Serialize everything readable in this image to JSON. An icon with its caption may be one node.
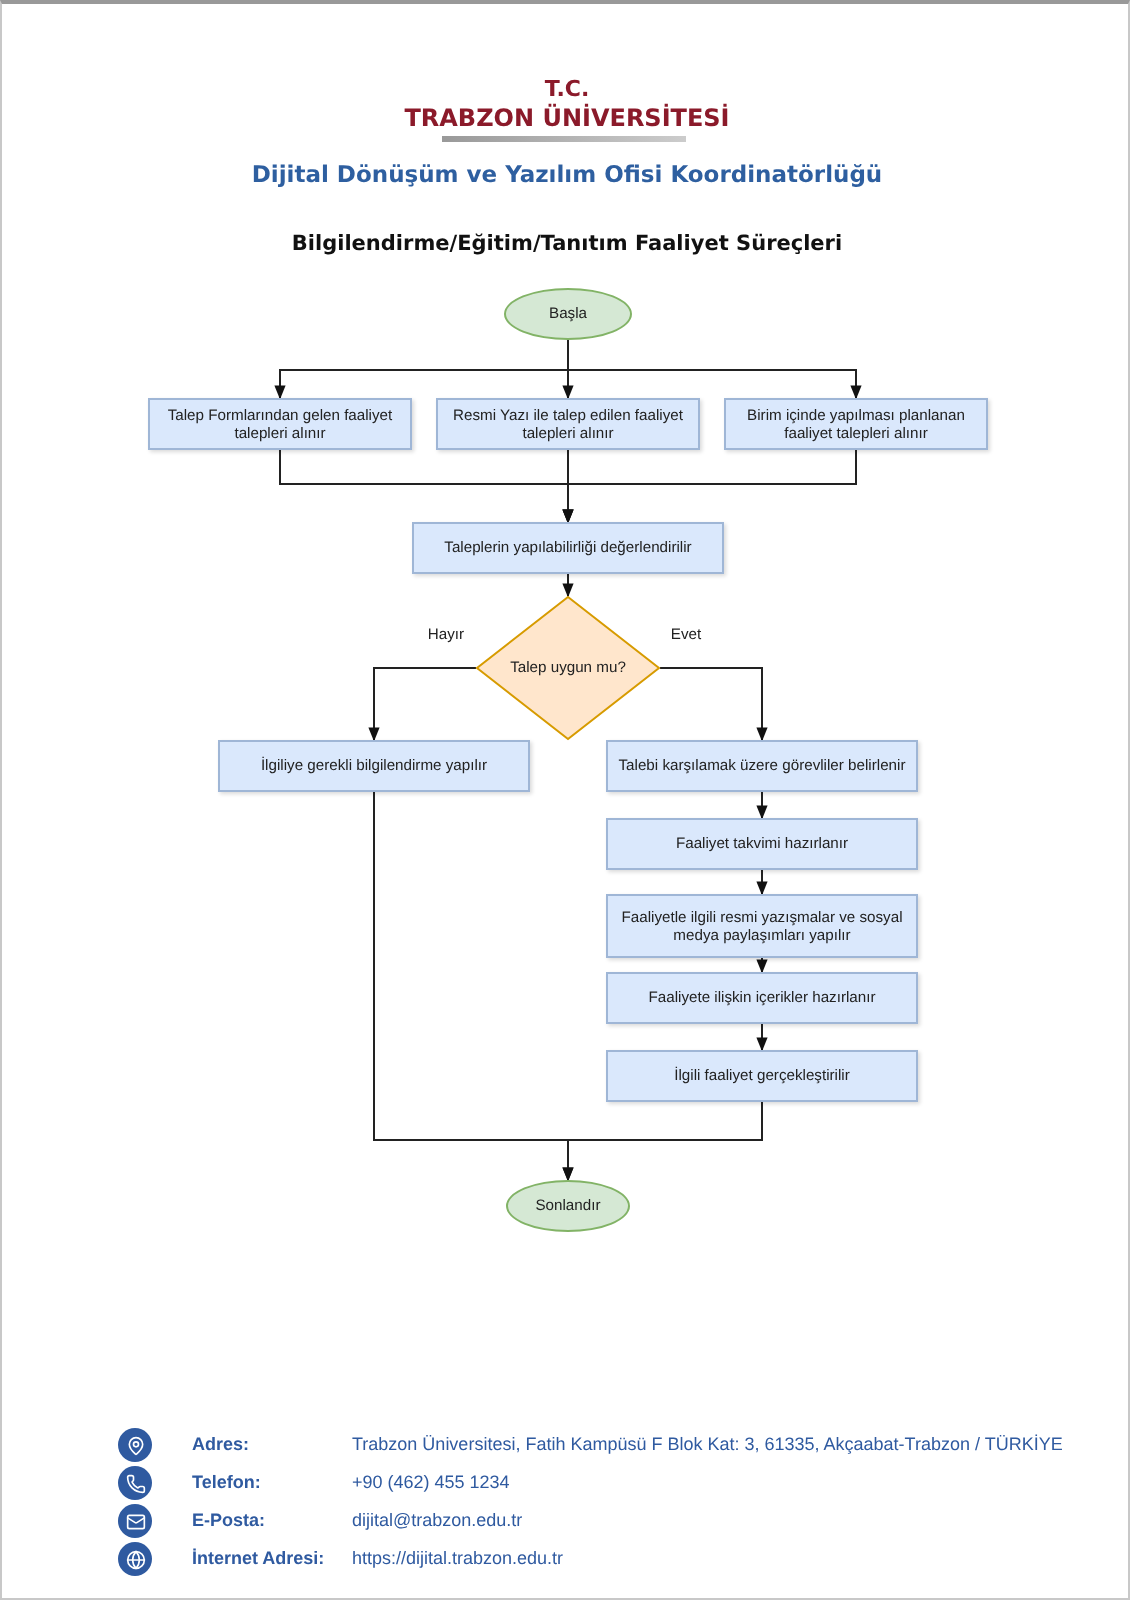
{
  "diagram": {
    "title": "Bilgilendirme/Eğitim/Tanıtım Faaliyet Süreçleri",
    "nodes": [
      {
        "text": [
          "Başla"
        ]
      },
      {
        "text": [
          "Talep Formlarından gelen faaliyet talepleri alınır"
        ]
      },
      {
        "text": [
          "Resmi Yazı ile talep edilen faaliyet talepleri alınır"
        ]
      },
      {
        "text": [
          "Birim içinde yapılması planlanan faaliyet talepleri alınır"
        ]
      },
      {
        "text": [
          "Taleplerin yapılabilirliği değerlendirilir"
        ]
      },
      {
        "text": [
          "Talep uygun mu?"
        ]
      },
      {
        "text": [
          "İlgiliye gerekli bilgilendirme yapılır"
        ]
      },
      {
        "text": [
          "Talebi karşılamak üzere görevliler belirlenir"
        ]
      },
      {
        "text": [
          "Faaliyet takvimi hazırlanır"
        ]
      },
      {
        "text": [
          "Faaliyetle ilgili resmi yazışmalar ve sosyal medya paylaşımları yapılır"
        ]
      },
      {
        "text": [
          "Faaliyete ilişkin içerikler hazırlanır"
        ]
      },
      {
        "text": [
          "İlgili faaliyet gerçekleştirilir"
        ]
      },
      {
        "text": [
          "Sonlandır"
        ]
      }
    ],
    "edges": [
      {
        "from": 0,
        "to": 1,
        "arrow": "to"
      },
      {
        "from": 0,
        "to": 2,
        "arrow": "to"
      },
      {
        "from": 0,
        "to": 3,
        "arrow": "to"
      },
      {
        "from": 1,
        "to": 4,
        "arrow": "to"
      },
      {
        "from": 2,
        "to": 4,
        "arrow": "to"
      },
      {
        "from": 3,
        "to": 4,
        "arrow": "to"
      },
      {
        "from": 4,
        "to": 5,
        "arrow": "to"
      },
      {
        "from": 5,
        "to": 6,
        "arrow": "to",
        "label": "Hayır"
      },
      {
        "from": 5,
        "to": 7,
        "arrow": "to",
        "label": "Evet"
      },
      {
        "from": 7,
        "to": 8,
        "arrow": "to"
      },
      {
        "from": 8,
        "to": 9,
        "arrow": "to"
      },
      {
        "from": 9,
        "to": 10,
        "arrow": "to"
      },
      {
        "from": 10,
        "to": 11,
        "arrow": "to"
      },
      {
        "from": 6,
        "to": 12,
        "arrow": "to"
      },
      {
        "from": 11,
        "to": 12,
        "arrow": "to"
      }
    ],
    "labels": [
      "T.C.",
      "TRABZON ÜNİVERSİTESİ",
      "Dijital Dönüşüm ve Yazılım Ofisi Koordinatörlüğü",
      "Adres:",
      "Trabzon Üniversitesi, Fatih Kampüsü F Blok Kat: 3, 61335, Akçaabat-Trabzon / TÜRKİYE",
      "Telefon:",
      "+90 (462) 455 1234",
      "E-Posta:",
      "dijital@trabzon.edu.tr",
      "İnternet Adresi:",
      "https://dijital.trabzon.edu.tr"
    ]
  }
}
